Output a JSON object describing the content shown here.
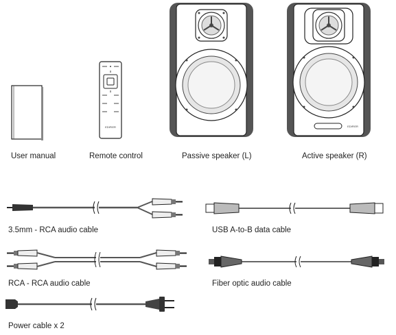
{
  "items": {
    "manual": "User manual",
    "remote": "Remote control",
    "passive": "Passive speaker (L)",
    "active": "Active speaker (R)"
  },
  "cables": {
    "rca35": "3.5mm - RCA audio cable",
    "usb": "USB A-to-B data cable",
    "rcarca": "RCA - RCA audio cable",
    "optical": "Fiber optic audio cable",
    "power": "Power cable x 2"
  },
  "brand": {
    "remote_logo": "EDIFIER",
    "speaker_logo": "EDIFIER"
  }
}
